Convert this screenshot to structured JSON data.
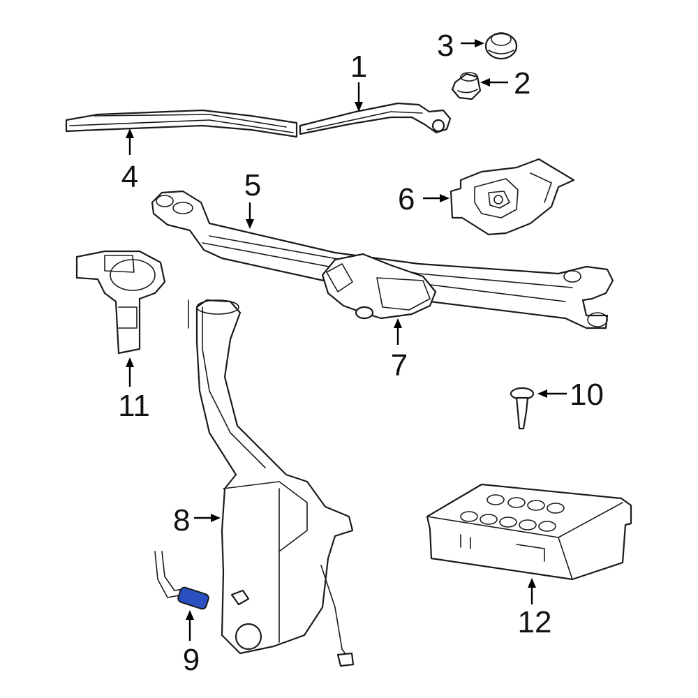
{
  "callouts": [
    {
      "id": "1",
      "label": "1"
    },
    {
      "id": "2",
      "label": "2"
    },
    {
      "id": "3",
      "label": "3"
    },
    {
      "id": "4",
      "label": "4"
    },
    {
      "id": "5",
      "label": "5"
    },
    {
      "id": "6",
      "label": "6"
    },
    {
      "id": "7",
      "label": "7"
    },
    {
      "id": "8",
      "label": "8"
    },
    {
      "id": "9",
      "label": "9"
    },
    {
      "id": "10",
      "label": "10"
    },
    {
      "id": "11",
      "label": "11"
    },
    {
      "id": "12",
      "label": "12"
    }
  ],
  "colors": {
    "line": "#1a1a1a",
    "highlight": "#2a4fbf",
    "background": "#ffffff"
  },
  "highlighted_part": "9"
}
